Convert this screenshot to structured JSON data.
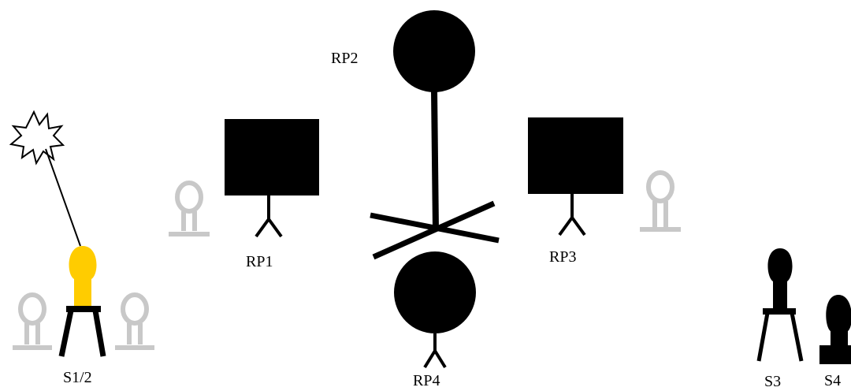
{
  "labels": {
    "rp1": "RP1",
    "rp2": "RP2",
    "rp3": "RP3",
    "rp4": "RP4",
    "s12": "S1/2",
    "s3": "S3",
    "s4": "S4"
  },
  "colors": {
    "target": "#000000",
    "inactive_shooter": "#c8c8c8",
    "active_shooter": "#ffcc00",
    "shooter": "#000000"
  },
  "icons": {
    "burst": "muzzle-flash-icon",
    "stand": "stand-icon"
  }
}
